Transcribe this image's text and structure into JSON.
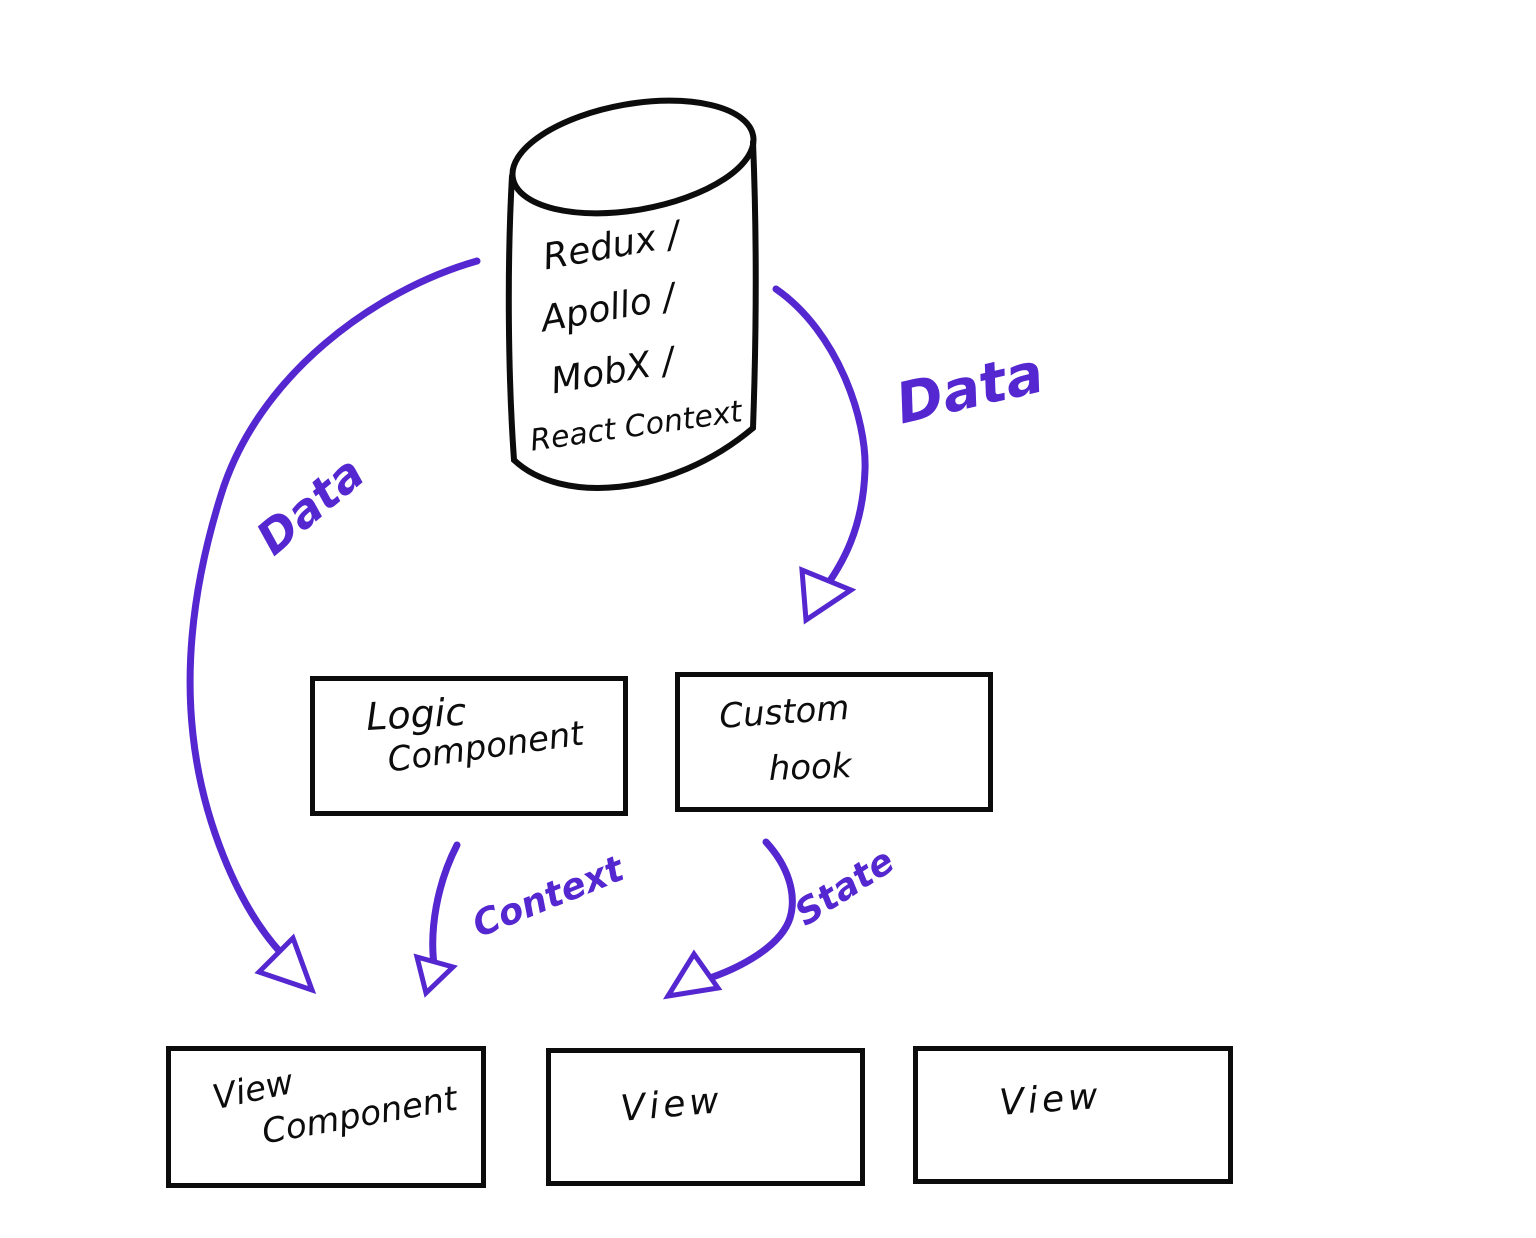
{
  "colors": {
    "ink": "#0c0c0c",
    "accent": "#5527d0",
    "background": "#ffffff"
  },
  "store": {
    "lines": [
      "Redux /",
      "Apollo /",
      "MobX /",
      "React Context"
    ]
  },
  "boxes": {
    "logic": {
      "line1": "Logic",
      "line2": "Component"
    },
    "custom_hook": {
      "line1": "Custom",
      "line2": "hook"
    },
    "view_component": {
      "line1": "View",
      "line2": "Component"
    },
    "view_1": {
      "label": "View"
    },
    "view_2": {
      "label": "View"
    }
  },
  "edge_labels": {
    "data_left": "Data",
    "data_right": "Data",
    "context": "Context",
    "state": "State"
  }
}
